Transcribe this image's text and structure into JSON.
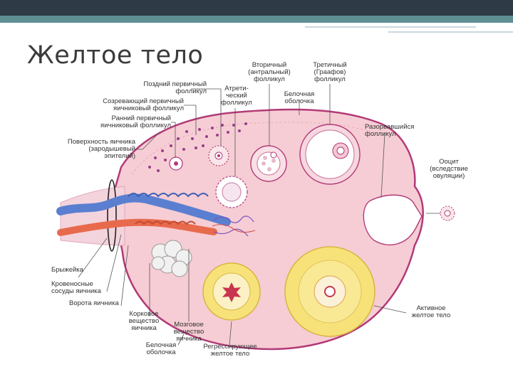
{
  "slide": {
    "title": "Желтое тело"
  },
  "labels": {
    "late_primary": "Поздний первичный\nфолликул",
    "maturing_primary": "Созревающий первичный\nяичниковый фолликул",
    "early_primary": "Ранний первичный\nяичниковый фолликул",
    "surface_epithelium": "Поверхность яичника\n(зародышевый\nэпителий)",
    "secondary": "Вторичный\n(антральный)\nфолликул",
    "atretic": "Атрети-\nческий\nфолликул",
    "tertiary": "Третичный\n(Граафов)\nфолликул",
    "tunica_top": "Белочная\nоболочка",
    "ruptured": "Разорвавшийся\nфолликул",
    "oocyte": "Ооцит\n(вследствие\nовуляции)",
    "mesovarium": "Брыжейка",
    "blood_vessels": "Кровеносные\nсосуды яичника",
    "hilum": "Ворота яичника",
    "cortex": "Корковое\nвещество\nяичника",
    "medulla": "Мозговое\nвещество\nяичника",
    "tunica_bottom": "Белочная\nоболочка",
    "regressing_cl": "Регрессирующее\nжелтое тело",
    "active_cl": "Активное\nжелтое тело"
  },
  "colors": {
    "stroma": "#f6cdd4",
    "outline": "#b23a78",
    "follicle_cells": "#ffffff",
    "corpus_luteum": "#f7e27a",
    "vein": "#5b7fd0",
    "artery": "#e86a4c"
  }
}
